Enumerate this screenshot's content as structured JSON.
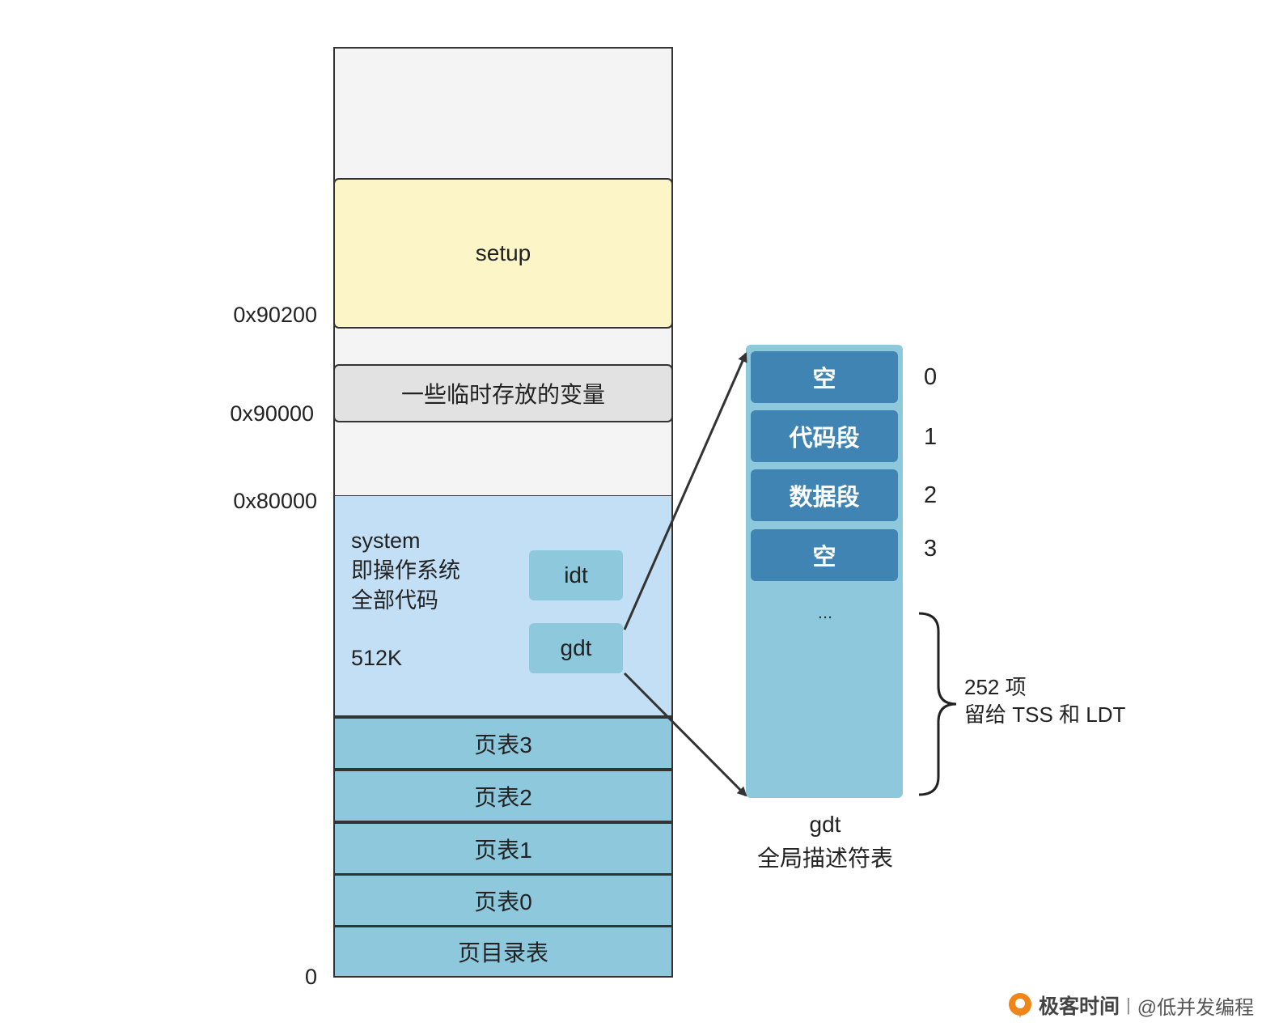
{
  "memory": {
    "setup_label": "setup",
    "temp_label": "一些临时存放的变量",
    "system_text": "system\n即操作系统\n全部代码",
    "system_size": "512K",
    "idt_label": "idt",
    "gdt_label": "gdt",
    "page_tables": [
      "页表3",
      "页表2",
      "页表1",
      "页表0",
      "页目录表"
    ]
  },
  "addresses": {
    "a90200": "0x90200",
    "a90000": "0x90000",
    "a80000": "0x80000",
    "a0": "0"
  },
  "gdt_table": {
    "entries": [
      "空",
      "代码段",
      "数据段",
      "空"
    ],
    "indices": [
      "0",
      "1",
      "2",
      "3"
    ],
    "ellipsis": "...",
    "reserved_line1": "252 项",
    "reserved_line2": "留给 TSS 和 LDT",
    "title": "gdt",
    "subtitle": "全局描述符表"
  },
  "footer": {
    "brand": "极客时间",
    "separator": "|",
    "handle": "@低并发编程"
  },
  "colors": {
    "setup": "#fbf5c7",
    "temp": "#e2e2e2",
    "system": "#c3dff6",
    "page_table": "#8ec8dc",
    "gdt_entry": "#3f84b3",
    "brand_orange": "#f08519"
  }
}
